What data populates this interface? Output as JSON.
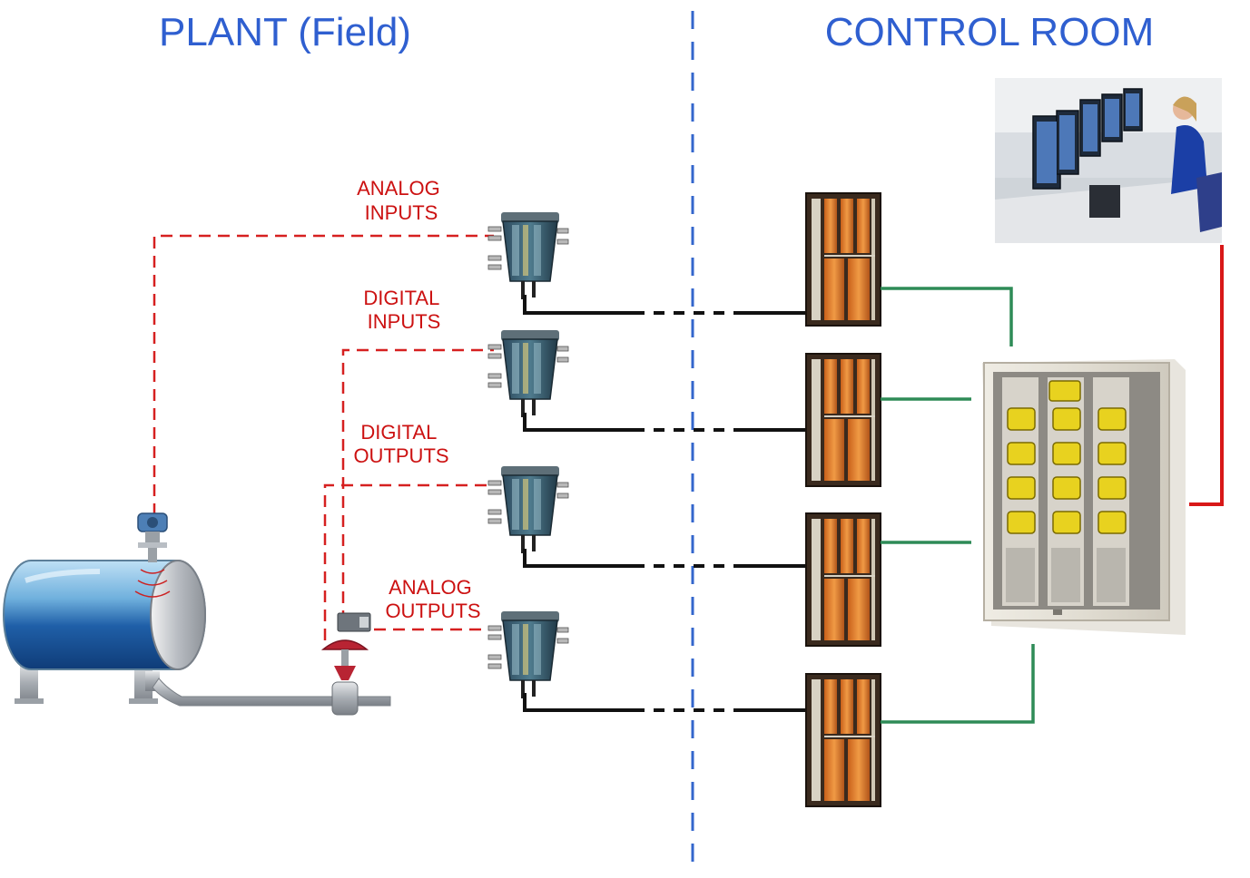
{
  "titles": {
    "plant": "PLANT (Field)",
    "control_room": "CONTROL ROOM"
  },
  "signals": {
    "analog_inputs": [
      "ANALOG",
      "INPUTS"
    ],
    "digital_inputs": [
      "DIGITAL",
      "INPUTS"
    ],
    "digital_outputs": [
      "DIGITAL",
      "OUTPUTS"
    ],
    "analog_outputs": [
      "ANALOG",
      "OUTPUTS"
    ]
  },
  "colors": {
    "title": "#2f5fd0",
    "divider": "#3366cc",
    "signal_label": "#cc1111",
    "field_wiring": "#d62020",
    "trunk_cable": "#111111",
    "cabinet_link": "#2e8b57",
    "network_link": "#d81818"
  },
  "icons": {
    "tank": "storage-tank-icon",
    "transmitter": "level-transmitter-icon",
    "valve": "control-valve-icon",
    "junction_box": "field-junction-box-icon",
    "marshalling": "marshalling-cabinet-icon",
    "controller": "controller-cabinet-icon",
    "operator": "operator-workstation-icon"
  }
}
